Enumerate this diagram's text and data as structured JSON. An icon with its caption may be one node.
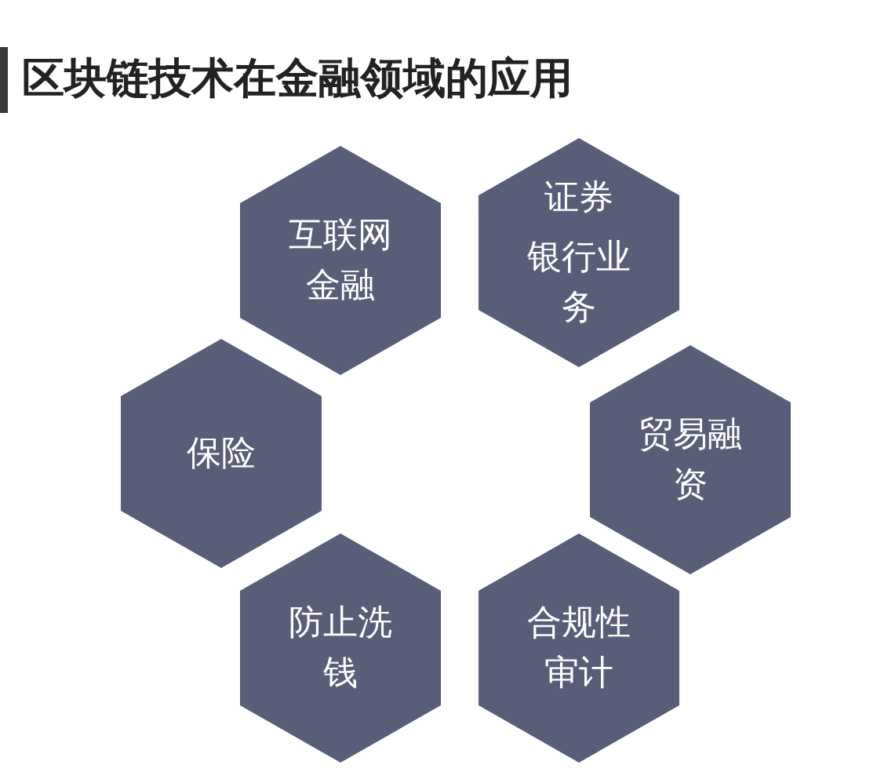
{
  "diagram": {
    "title": "区块链技术在金融领域的应用",
    "nodes": [
      {
        "text": [
          "互联网金融"
        ]
      },
      {
        "text": [
          "证券",
          "银行业务"
        ]
      },
      {
        "text": [
          "保险"
        ]
      },
      {
        "text": [
          "贸易融资"
        ]
      },
      {
        "text": [
          "防止洗钱"
        ]
      },
      {
        "text": [
          "合规性审计"
        ]
      }
    ]
  }
}
